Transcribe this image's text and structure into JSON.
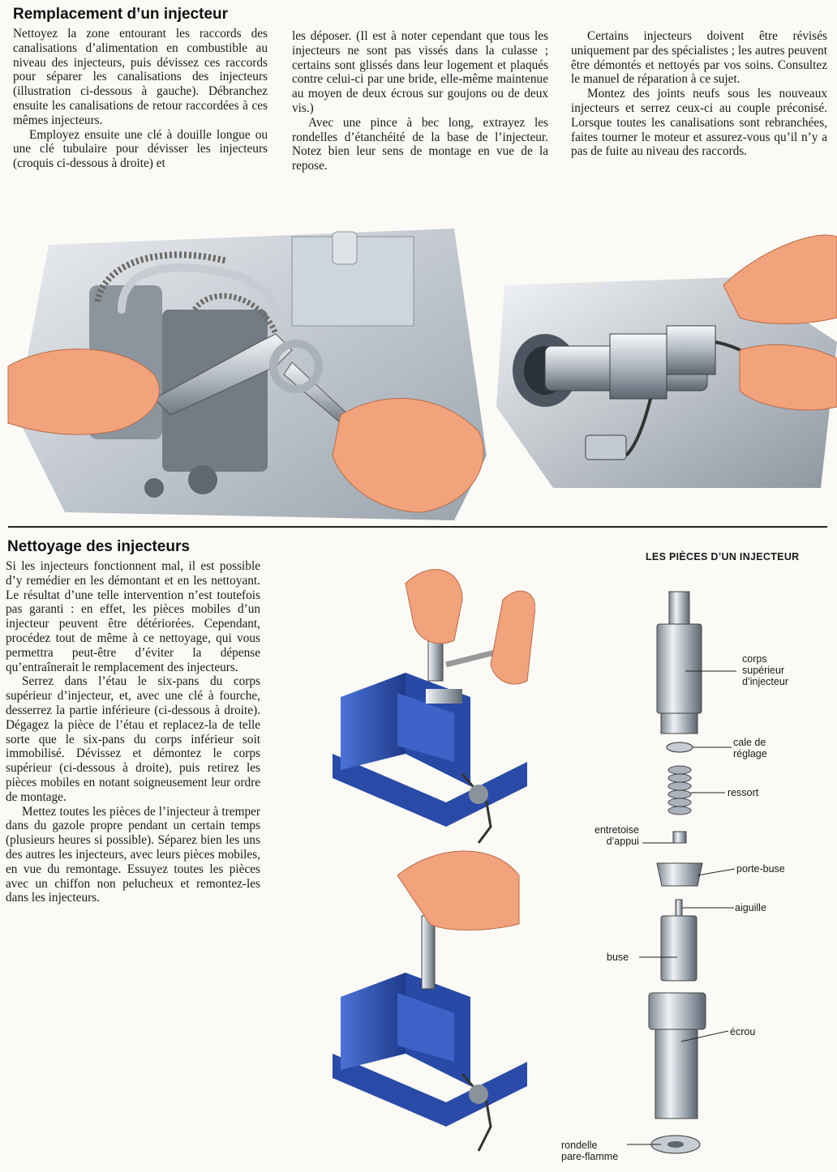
{
  "section1": {
    "title": "Remplacement d’un injecteur",
    "col1": [
      "Nettoyez la zone entourant les raccords des canalisations d’alimentation en combustible au niveau des injecteurs, puis dévissez ces raccords pour séparer les canalisations des injecteurs (illustration ci-dessous à gauche). Débranchez ensuite les canalisations de retour raccordées à ces mêmes injecteurs.",
      "Employez ensuite une clé à douille longue ou une clé tubulaire pour dévisser les injecteurs (croquis ci-dessous à droite) et"
    ],
    "col2": [
      "les déposer. (Il est à noter cependant que tous les injecteurs ne sont pas vissés dans la culasse ; certains sont glissés dans leur logement et plaqués contre celui-ci par une bride, elle-même maintenue au moyen de deux écrous sur goujons ou de deux vis.)",
      "Avec une pince à bec long, extrayez les rondelles d’étanchéité de la base de l’injecteur. Notez bien leur sens de montage en vue de la repose."
    ],
    "col3": [
      "Certains injecteurs doivent être révisés uniquement par des spécialistes ; les autres peuvent être démontés et nettoyés par vos soins. Consultez le manuel de réparation à ce sujet.",
      "Montez des joints neufs sous les nouveaux injecteurs et serrez ceux-ci au couple préconisé. Lorsque toutes les canalisations sont rebranchées, faites tourner le moteur et assurez-vous qu’il n’y a pas de fuite au niveau des raccords."
    ]
  },
  "section2": {
    "title": "Nettoyage des injecteurs",
    "paragraphs": [
      "Si les injecteurs fonctionnent mal, il est possible d’y remédier en les démontant et en les nettoyant. Le résultat d’une telle intervention n’est toutefois pas garanti : en effet, les pièces mobiles d’un injecteur peuvent être détériorées. Cependant, procédez tout de même à ce nettoyage, qui vous permettra peut-être d’éviter la dépense qu’entraînerait le remplacement des injecteurs.",
      "Serrez dans l’étau le six-pans du corps supérieur d’injecteur, et, avec une clé à fourche, desserrez la partie inférieure (ci-dessous à droite). Dégagez la pièce de l’étau et replacez-la de telle sorte que le six-pans du corps inférieur soit immobilisé. Dévissez et démontez le corps supérieur (ci-dessous à droite), puis retirez les pièces mobiles en notant soigneusement leur ordre de montage.",
      "Mettez toutes les pièces de l’injecteur à tremper dans du gazole propre pendant un certain temps (plusieurs heures si possible). Séparez bien les uns des autres les injecteurs, avec leurs pièces mobiles, en vue du remontage. Essuyez toutes les pièces avec un chiffon non pelucheux et remontez-les dans les injecteurs."
    ]
  },
  "parts": {
    "caption": "LES PIÈCES D’UN INJECTEUR",
    "corps": [
      "corps",
      "supérieur",
      "d’injecteur"
    ],
    "cale": [
      "cale de",
      "réglage"
    ],
    "ressort": "ressort",
    "entretoise": [
      "entretoise",
      "d’appui"
    ],
    "porte_buse": "porte-buse",
    "aiguille": "aiguille",
    "buse": "buse",
    "ecrou": "écrou",
    "rondelle": [
      "rondelle",
      "pare-flamme"
    ]
  },
  "colors": {
    "vise": "#2f52b8",
    "vise_dark": "#1e3a8a",
    "metal": "#9aa4b0",
    "skin": "#f2a37c"
  },
  "icons": [
    "wrench-illustration",
    "injector-illustration",
    "vise-illustration",
    "injector-parts-diagram"
  ]
}
